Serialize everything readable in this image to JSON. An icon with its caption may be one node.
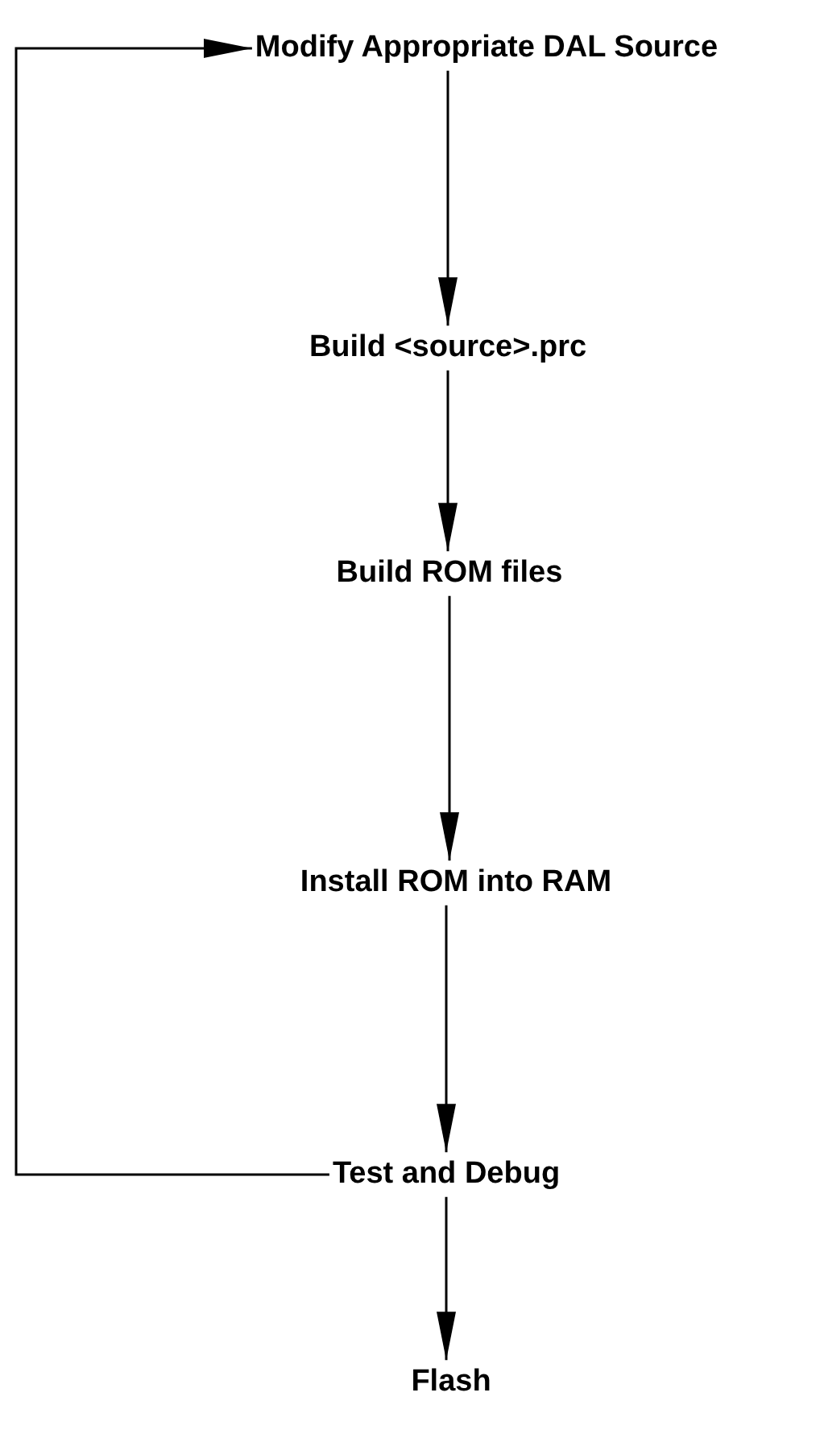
{
  "diagram": {
    "nodes": [
      {
        "text": [
          "Modify Appropriate DAL Source"
        ]
      },
      {
        "text": [
          "Build <source>.prc"
        ]
      },
      {
        "text": [
          "Build ROM files"
        ]
      },
      {
        "text": [
          "Install ROM into RAM"
        ]
      },
      {
        "text": [
          "Test and Debug"
        ]
      },
      {
        "text": [
          "Flash"
        ]
      }
    ],
    "edges": [
      {
        "from": 0,
        "to": 1,
        "arrow": "to"
      },
      {
        "from": 1,
        "to": 2,
        "arrow": "to"
      },
      {
        "from": 2,
        "to": 3,
        "arrow": "to"
      },
      {
        "from": 3,
        "to": 4,
        "arrow": "to"
      },
      {
        "from": 4,
        "to": 5,
        "arrow": "to"
      },
      {
        "from": 4,
        "to": 0,
        "arrow": "to"
      }
    ]
  }
}
